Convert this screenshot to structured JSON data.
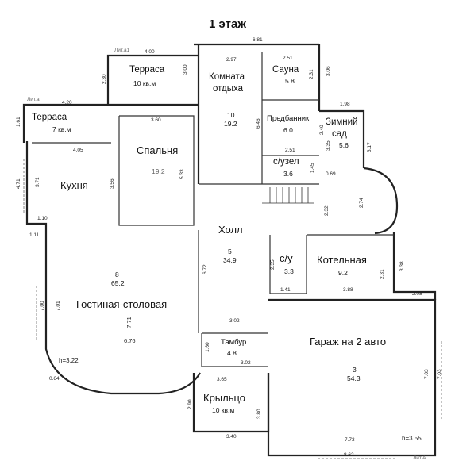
{
  "title": "1 этаж",
  "rooms": {
    "terrace1": {
      "name": "Терраса",
      "area": "10 кв.м"
    },
    "terrace2": {
      "name": "Терраса",
      "area": "7 кв.м"
    },
    "lounge": {
      "name_line1": "Комната",
      "name_line2": "отдыха",
      "num": "10",
      "area": "19.2"
    },
    "sauna": {
      "name": "Сауна",
      "area": "5.8"
    },
    "predbannik": {
      "name": "Предбанник",
      "area": "6.0"
    },
    "winter_garden": {
      "name_line1": "Зимний",
      "name_line2": "сад",
      "area": "5.6"
    },
    "wc1": {
      "name": "с/узел",
      "area": "3.6"
    },
    "bedroom": {
      "name": "Спальня",
      "area": "19.2"
    },
    "kitchen": {
      "name": "Кухня"
    },
    "hall": {
      "name": "Холл",
      "num": "5",
      "area": "34.9"
    },
    "wc2": {
      "name": "с/у",
      "area": "3.3"
    },
    "boiler": {
      "name": "Котельная",
      "area": "9.2"
    },
    "living": {
      "name": "Гостиная-столовая",
      "num": "8",
      "area": "65.2",
      "dim_a": "7.71",
      "dim_b": "6.76"
    },
    "tambour": {
      "name": "Тамбур",
      "area": "4.8"
    },
    "garage": {
      "name": "Гараж на 2 авто",
      "num": "3",
      "area": "54.3"
    },
    "porch": {
      "name": "Крыльцо",
      "area": "10 кв.м"
    }
  },
  "notes": {
    "lit_a1": "Лит.а1",
    "lit_a": "Лит.а",
    "lit_A": "Лит.А",
    "h1": "h=3.22",
    "h2": "h=3.55"
  },
  "dims_h": [
    "4.00",
    "6.81",
    "2.97",
    "2.51",
    "4.20",
    "3.60",
    "1.98",
    "2.51",
    "4.05",
    "1.10",
    "1.11",
    "1.41",
    "3.88",
    "2.08",
    "3.02",
    "3.65",
    "3.02",
    "0.64",
    "3.40",
    "7.73",
    "8.62",
    "0.69"
  ],
  "dims_v": [
    "2.30",
    "3.00",
    "2.31",
    "3.06",
    "1.61",
    "6.46",
    "2.40",
    "3.35",
    "3.17",
    "1.45",
    "4.71",
    "3.71",
    "3.56",
    "5.33",
    "2.32",
    "2.74",
    "6.72",
    "2.35",
    "2.31",
    "3.38",
    "7.00",
    "7.01",
    "1.60",
    "2.90",
    "3.80",
    "7.03",
    "7.03"
  ]
}
